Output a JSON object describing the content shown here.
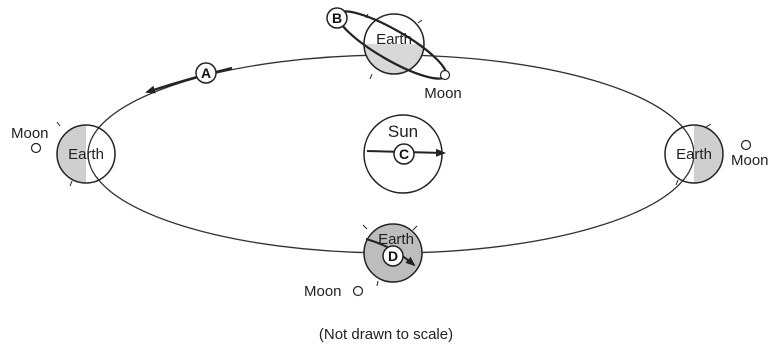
{
  "labels": {
    "earth": "Earth",
    "moon": "Moon",
    "sun": "Sun",
    "caption": "(Not drawn to scale)"
  },
  "markers": {
    "a": "A",
    "b": "B",
    "c": "C",
    "d": "D"
  },
  "colors": {
    "line": "#222222",
    "shade": "#d0d0d0",
    "background": "#ffffff"
  }
}
